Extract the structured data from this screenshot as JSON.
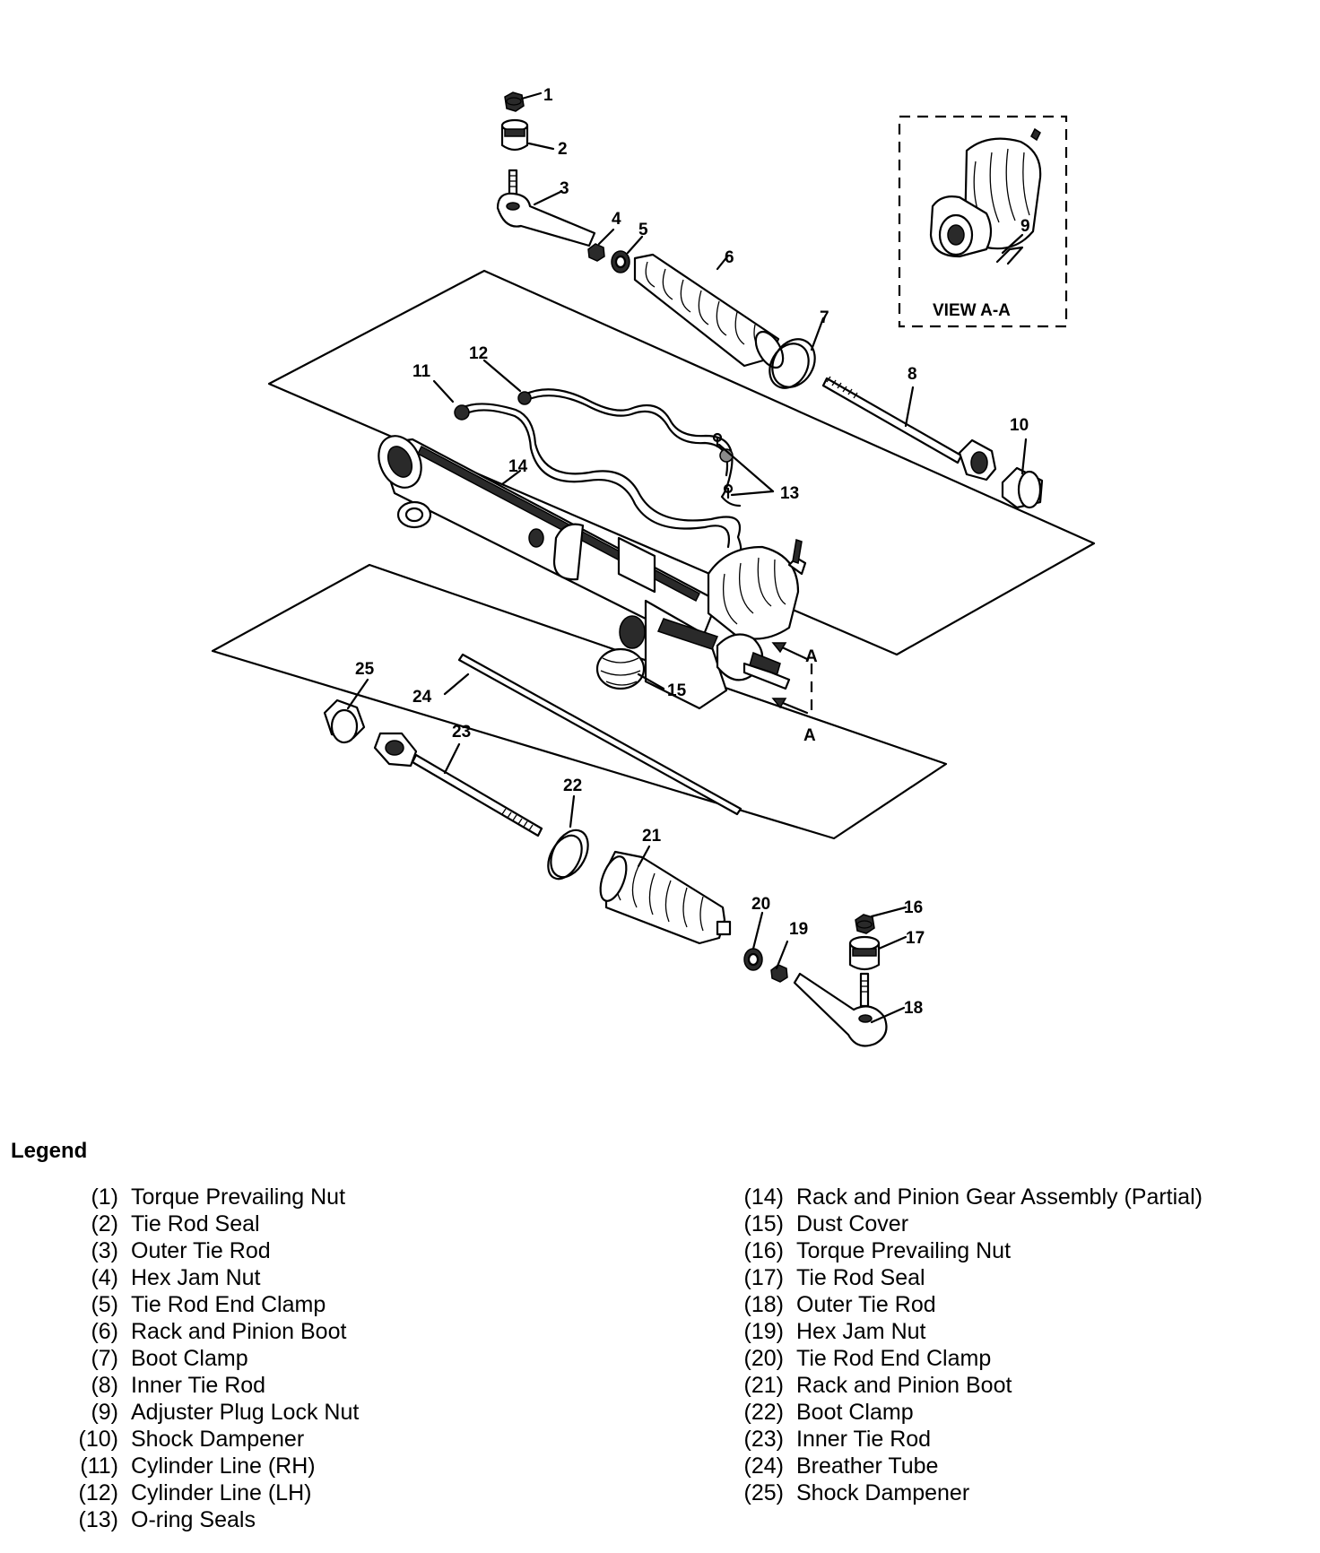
{
  "callouts": [
    "1",
    "2",
    "3",
    "4",
    "5",
    "6",
    "7",
    "8",
    "9",
    "10",
    "11",
    "12",
    "13",
    "14",
    "15",
    "16",
    "17",
    "18",
    "19",
    "20",
    "21",
    "22",
    "23",
    "24",
    "25"
  ],
  "view_label": "VIEW A-A",
  "section_mark": "A",
  "legend": {
    "title": "Legend",
    "items": [
      {
        "num": "(1)",
        "label": "Torque Prevailing Nut"
      },
      {
        "num": "(2)",
        "label": "Tie Rod Seal"
      },
      {
        "num": "(3)",
        "label": "Outer Tie Rod"
      },
      {
        "num": "(4)",
        "label": "Hex Jam Nut"
      },
      {
        "num": "(5)",
        "label": "Tie Rod End Clamp"
      },
      {
        "num": "(6)",
        "label": "Rack and Pinion Boot"
      },
      {
        "num": "(7)",
        "label": "Boot Clamp"
      },
      {
        "num": "(8)",
        "label": "Inner Tie Rod"
      },
      {
        "num": "(9)",
        "label": "Adjuster Plug Lock Nut"
      },
      {
        "num": "(10)",
        "label": "Shock Dampener"
      },
      {
        "num": "(11)",
        "label": "Cylinder Line (RH)"
      },
      {
        "num": "(12)",
        "label": "Cylinder Line (LH)"
      },
      {
        "num": "(13)",
        "label": "O-ring Seals"
      },
      {
        "num": "(14)",
        "label": "Rack and Pinion Gear Assembly (Partial)"
      },
      {
        "num": "(15)",
        "label": "Dust Cover"
      },
      {
        "num": "(16)",
        "label": "Torque Prevailing Nut"
      },
      {
        "num": "(17)",
        "label": "Tie Rod Seal"
      },
      {
        "num": "(18)",
        "label": "Outer Tie Rod"
      },
      {
        "num": "(19)",
        "label": "Hex Jam Nut"
      },
      {
        "num": "(20)",
        "label": "Tie Rod End Clamp"
      },
      {
        "num": "(21)",
        "label": "Rack and Pinion Boot"
      },
      {
        "num": "(22)",
        "label": "Boot Clamp"
      },
      {
        "num": "(23)",
        "label": "Inner Tie Rod"
      },
      {
        "num": "(24)",
        "label": "Breather Tube"
      },
      {
        "num": "(25)",
        "label": "Shock Dampener"
      }
    ]
  }
}
